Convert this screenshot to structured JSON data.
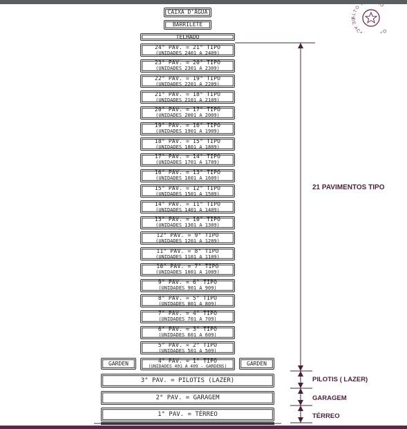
{
  "top_blocks": {
    "caixa": "CAIXA D'ÁGUA",
    "barrilete": "BARRILETE",
    "telhado": "TELHADO"
  },
  "floors": [
    {
      "title": "24° PAV. = 21° TIPO",
      "units": "(UNIDADES 2401 A 2409)"
    },
    {
      "title": "23° PAV. = 20° TIPO",
      "units": "(UNIDADES 2301 A 2309)"
    },
    {
      "title": "22° PAV. = 19° TIPO",
      "units": "(UNIDADES 2201 A 2209)"
    },
    {
      "title": "21° PAV. = 18° TIPO",
      "units": "(UNIDADES 2101 A 2109)"
    },
    {
      "title": "20° PAV. = 17° TIPO",
      "units": "(UNIDADES 2001 A 2009)"
    },
    {
      "title": "19° PAV. = 16° TIPO",
      "units": "(UNIDADES 1901 A 1909)"
    },
    {
      "title": "18° PAV. = 15° TIPO",
      "units": "(UNIDADES 1801 A 1809)"
    },
    {
      "title": "17° PAV. = 14° TIPO",
      "units": "(UNIDADES 1701 A 1709)"
    },
    {
      "title": "16° PAV. = 13° TIPO",
      "units": "(UNIDADES 1601 A 1609)"
    },
    {
      "title": "15° PAV. = 12° TIPO",
      "units": "(UNIDADES 1501 A 1509)"
    },
    {
      "title": "14° PAV. = 11° TIPO",
      "units": "(UNIDADES 1401 A 1409)"
    },
    {
      "title": "13° PAV. = 10° TIPO",
      "units": "(UNIDADES 1301 A 1309)"
    },
    {
      "title": "12° PAV. = 9° TIPO",
      "units": "(UNIDADES 1201 A 1209)"
    },
    {
      "title": "11° PAV. = 8° TIPO",
      "units": "(UNIDADES 1101 A 1109)"
    },
    {
      "title": "10° PAV. = 7° TIPO",
      "units": "(UNIDADES 1001 A 1009)"
    },
    {
      "title": "9° PAV. = 6° TIPO",
      "units": "(UNIDADES 901 A 909)"
    },
    {
      "title": "8° PAV. = 5° TIPO",
      "units": "(UNIDADES 801 A 809)"
    },
    {
      "title": "7° PAV. = 4° TIPO",
      "units": "(UNIDADES 701 A 709)"
    },
    {
      "title": "6° PAV. = 3° TIPO",
      "units": "(UNIDADES 601 A 609)"
    },
    {
      "title": "5° PAV. = 2° TIPO",
      "units": "(UNIDADES 501 A 509)"
    },
    {
      "title": "4° PAV. = 1° TIPO",
      "units": "(UNIDADES 401 A 409 - GARDENS)"
    }
  ],
  "garden_label": "GARDEN",
  "lower_floors": {
    "pilotis": "3° PAV. = PILOTIS (LAZER)",
    "garagem": "2° PAV. = GARAGEM",
    "terreo": "1° PAV. = TÉRREO"
  },
  "annotations": {
    "tipo": "21 PAVIMENTOS TIPO",
    "pilotis": "PILOTIS ( LAZER)",
    "garagem": "GARAGEM",
    "terreo": "TÉRREO"
  },
  "logo": {
    "text_top": "ALTO PADRÃO",
    "text_bottom": "DE ACABAMENTO"
  },
  "colors": {
    "accent": "#4a1f3b",
    "line": "#2b2b2b"
  }
}
